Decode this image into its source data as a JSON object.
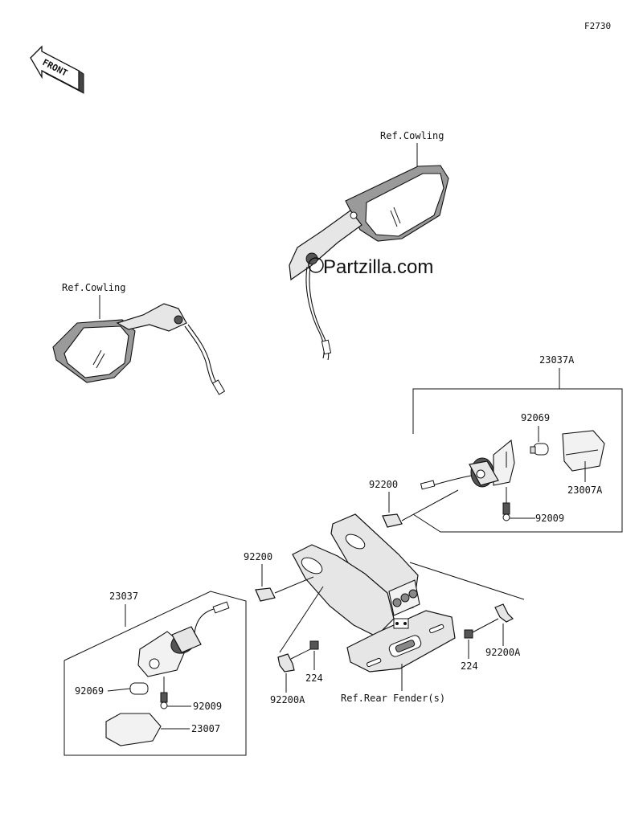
{
  "figure_code": "F2730",
  "front_arrow_label": "FRONT",
  "watermark": "Partzilla.com",
  "labels": {
    "ref_cowling_right": "Ref.Cowling",
    "ref_cowling_left": "Ref.Cowling",
    "ref_rear_fender": "Ref.Rear Fender(s)",
    "p23037A": "23037A",
    "p92069_right": "92069",
    "p23007A": "23007A",
    "p92009_right": "92009",
    "p92200_upper": "92200",
    "p92200_lower": "92200",
    "p23037": "23037",
    "p92069_left": "92069",
    "p92009_left": "92009",
    "p23007": "23007",
    "p224_left": "224",
    "p92200A_left": "92200A",
    "p224_right": "224",
    "p92200A_right": "92200A"
  }
}
